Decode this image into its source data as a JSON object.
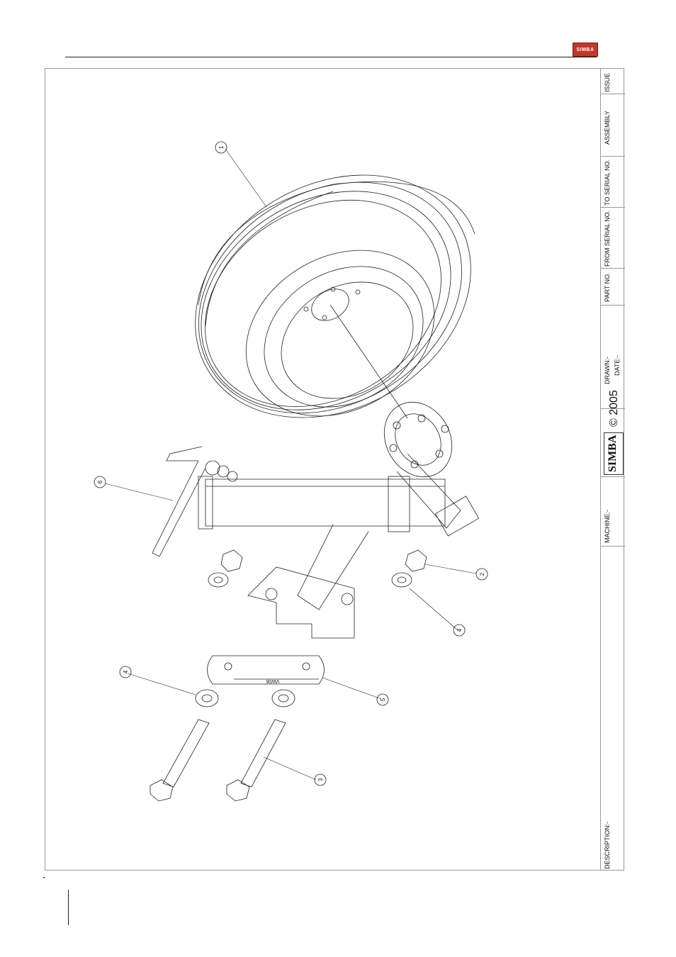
{
  "brand": {
    "logo_text": "SIMBA"
  },
  "title_block": {
    "issue_label": "ISSUE",
    "assembly_label": "ASSEMBLY",
    "to_serial_label": "TO SERIAL NO.",
    "from_serial_label": "FROM SERIAL NO.",
    "part_no_label": "PART NO.",
    "drawn_label": "DRAWN:-",
    "date_label": "DATE:-",
    "brand_name": "SIMBA",
    "copyright": "© 2005",
    "machine_label": "MACHINE:-",
    "description_label": "DESCRIPTION:-"
  },
  "callouts": {
    "c1": "1",
    "c2": "2",
    "c3": "3",
    "c4a": "4",
    "c4b": "4",
    "c5": "5",
    "c6": "6"
  },
  "plate_marking": "VW06"
}
